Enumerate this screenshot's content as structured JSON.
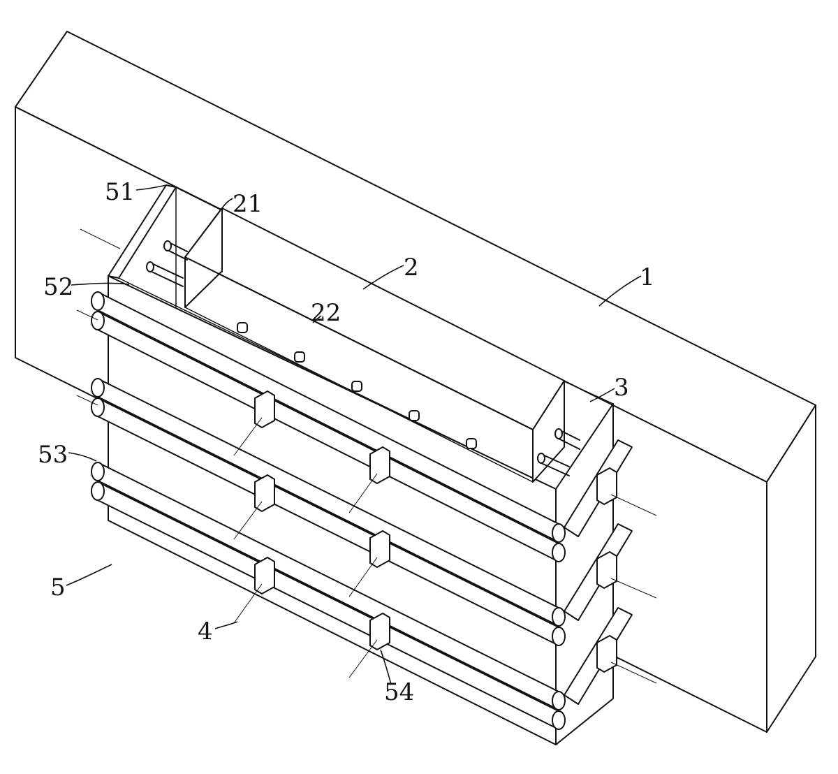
{
  "labels": {
    "wall": "1",
    "inner_form": "2",
    "inner_end_plate": "21",
    "inner_side_plate": "22",
    "spacer": "3",
    "tie_bolt": "4",
    "outer_form": "5",
    "outer_end_plate": "51",
    "outer_side_plate": "52",
    "steel_pipe": "53",
    "clamp": "54"
  }
}
